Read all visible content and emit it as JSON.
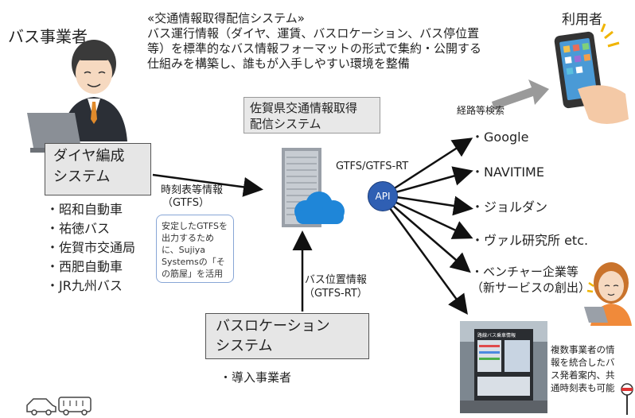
{
  "operator_label": "バス事業者",
  "user_label": "利用者",
  "header": {
    "title": "«交通情報取得配信システム»",
    "lines": [
      "バス運行情報（ダイヤ、運賃、バスロケーション、バス停位置",
      "等）を標準的なバス情報フォーマットの形式で集約・公開する",
      "仕組みを構築し、誰もが入手しやすい環境を整備"
    ]
  },
  "dia_system": {
    "line1": "ダイヤ編成",
    "line2": "システム"
  },
  "operators": [
    "・昭和自動車",
    "・祐徳バス",
    "・佐賀市交通局",
    "・西肥自動車",
    "・JR九州バス"
  ],
  "timetable_label": {
    "line1": "時刻表等情報",
    "line2": "（GTFS）"
  },
  "stable_note": [
    "安定したGTFSを",
    "出力するため",
    "に、Sujiya",
    "Systemsの「そ",
    "の筋屋」を活用"
  ],
  "saga_system": {
    "line1": "佐賀県交通情報取得",
    "line2": "配信システム"
  },
  "gtfs_rt_label": "GTFS/GTFS-RT",
  "api_label": "API",
  "route_search_label": "経路等検索",
  "destinations": [
    "・Google",
    "・NAVITIME",
    "・ジョルダン",
    "・ヴァル研究所 etc."
  ],
  "venture": {
    "line1": "・ベンチャー企業等",
    "line2": "（新サービスの創出）"
  },
  "bus_position_label": {
    "line1": "バス位置情報",
    "line2": "（GTFS-RT）"
  },
  "busloc_system": {
    "line1": "バスロケーション",
    "line2": "システム"
  },
  "introducer_label": "・導入事業者",
  "signage_title": "路線バス乗車情報",
  "signage_note": [
    "複数事業者の情",
    "報を統合したバ",
    "ス発着案内、共",
    "通時刻表も可能"
  ]
}
